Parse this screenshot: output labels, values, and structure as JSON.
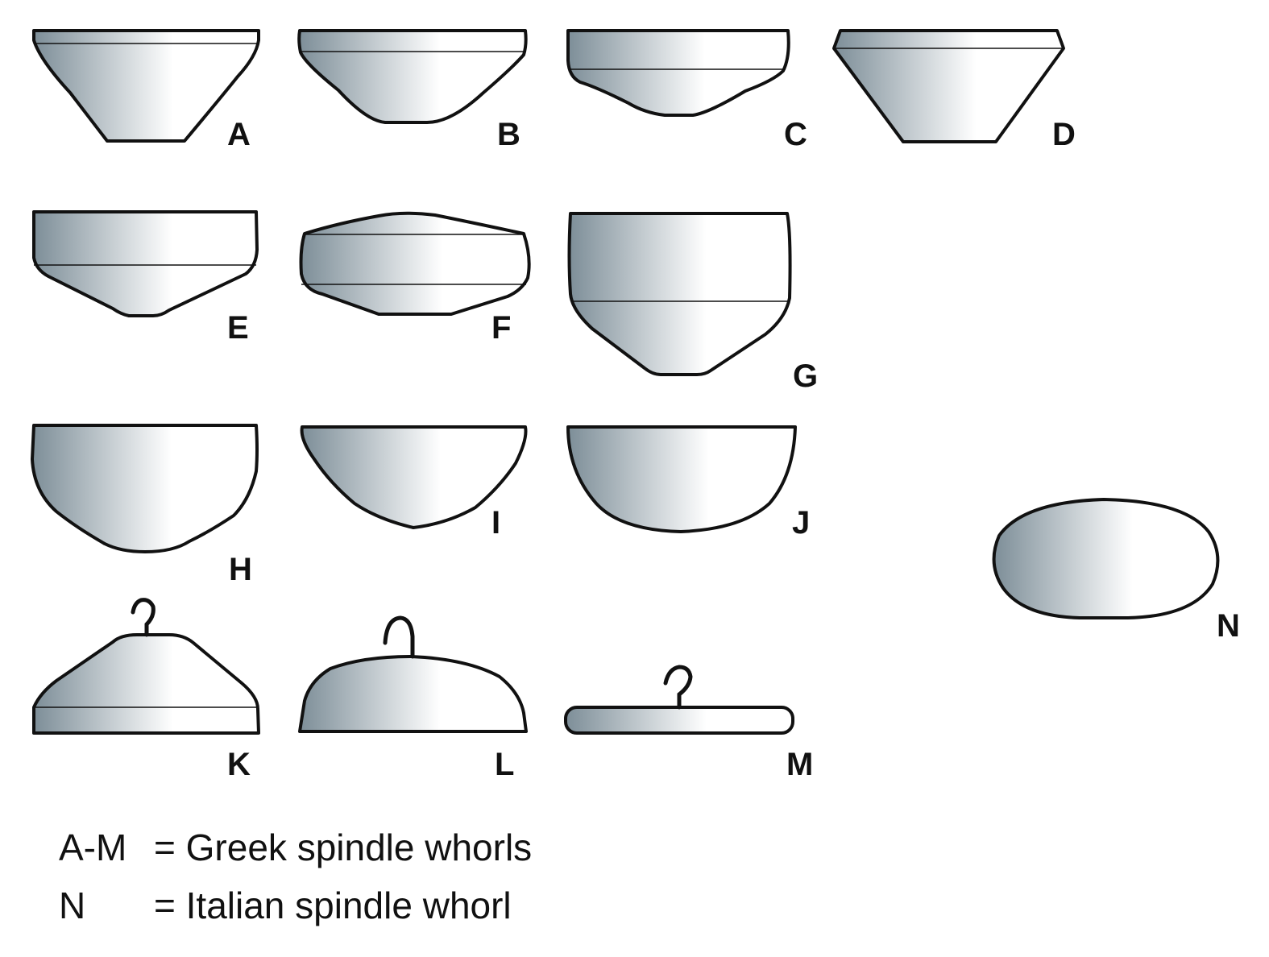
{
  "colors": {
    "fill_dark": "#7d8e98",
    "fill_light": "#ffffff",
    "outline": "#111111"
  },
  "labels": {
    "A": "A",
    "B": "B",
    "C": "C",
    "D": "D",
    "E": "E",
    "F": "F",
    "G": "G",
    "H": "H",
    "I": "I",
    "J": "J",
    "K": "K",
    "L": "L",
    "M": "M",
    "N": "N"
  },
  "legend": [
    {
      "key": "A-M",
      "text": "= Greek spindle whorls"
    },
    {
      "key": "N",
      "text": "= Italian spindle whorl"
    }
  ]
}
